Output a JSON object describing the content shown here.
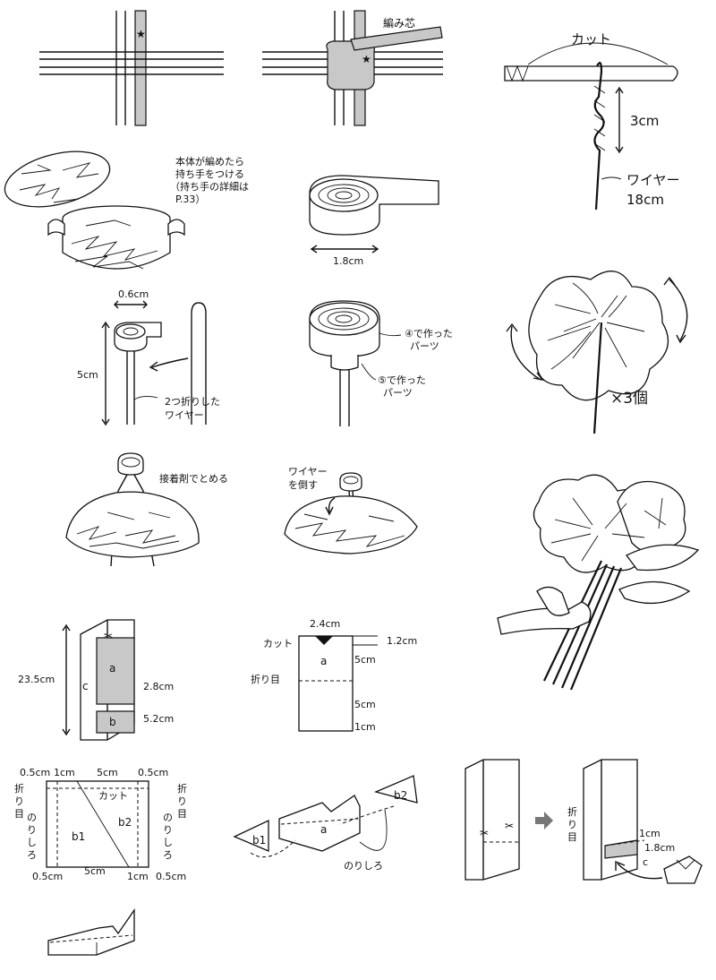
{
  "labels": {
    "core": "編み芯",
    "cut_top": "カット",
    "wire_3cm": "3cm",
    "wire_name": "ワイヤー",
    "wire_len": "18cm",
    "attach_line1": "本体が編めたら",
    "attach_line2": "持ち手をつける",
    "attach_line3": "（持ち手の詳細は",
    "attach_line4": "P.33）",
    "coil_width": "1.8cm",
    "stem_width": "0.6cm",
    "stem_height": "5cm",
    "folded_wire1": "2つ折りした",
    "folded_wire2": "ワイヤー",
    "part4_line1": "④で作った",
    "part4_line2": "パーツ",
    "part5_line1": "⑤で作った",
    "part5_line2": "パーツ",
    "times3": "×3個",
    "glue": "接着剤でとめる",
    "lay_wire1": "ワイヤー",
    "lay_wire2": "を倒す",
    "box_height": "23.5cm",
    "box_a": "a",
    "box_b": "b",
    "box_c": "c",
    "box_28": "2.8cm",
    "box_52": "5.2cm",
    "net_24": "2.4cm",
    "net_cut": "カット",
    "net_12": "1.2cm",
    "net_a": "a",
    "net_fold": "折り目",
    "net_5a": "5cm",
    "net_5b": "5cm",
    "net_1": "1cm",
    "b_05a": "0.5cm",
    "b_1a": "1cm",
    "b_5top": "5cm",
    "b_05b": "0.5cm",
    "b_fold_l1": "折",
    "b_fold_l2": "り",
    "b_fold_l3": "目",
    "b_fold_r1": "折",
    "b_fold_r2": "り",
    "b_fold_r3": "目",
    "b_cut": "カット",
    "b_glue_l1": "の",
    "b_glue_l2": "り",
    "b_glue_l3": "し",
    "b_glue_l4": "ろ",
    "b_glue_r1": "の",
    "b_glue_r2": "り",
    "b_glue_r3": "し",
    "b_glue_r4": "ろ",
    "b_b1": "b1",
    "b_b2": "b2",
    "b_05c": "0.5cm",
    "b_5bot": "5cm",
    "b_1b": "1cm",
    "b_05d": "0.5cm",
    "asm_b1": "b1",
    "asm_a": "a",
    "asm_b2": "b2",
    "asm_glue": "のりしろ",
    "fin_fold1": "折",
    "fin_fold2": "り",
    "fin_fold3": "目",
    "fin_1": "1cm",
    "fin_18": "1.8cm",
    "fin_c": "c"
  }
}
